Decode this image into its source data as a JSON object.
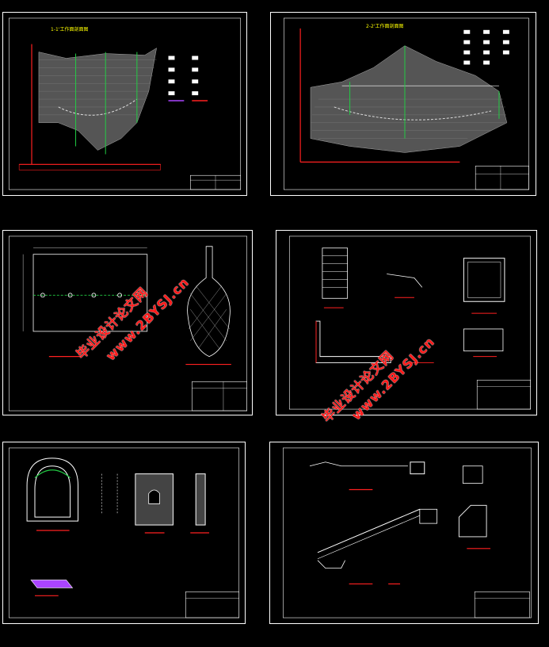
{
  "sheets": [
    {
      "id": "s1",
      "title": "1-1'工作面剖面图"
    },
    {
      "id": "s2",
      "title": "2-2'工作面剖面图"
    },
    {
      "id": "s3"
    },
    {
      "id": "s4"
    },
    {
      "id": "s5"
    },
    {
      "id": "s6"
    }
  ],
  "watermark": {
    "line1": "毕业设计论文网",
    "line2": "www.2BYSJ.cn"
  },
  "colors": {
    "background": "#000000",
    "lines": "#ffffff",
    "axis": "#ff2020",
    "boreholes": "#22cc44",
    "accent": "#ffff00",
    "hatch": "#aa44ff",
    "watermark": "#ff1a1a"
  }
}
